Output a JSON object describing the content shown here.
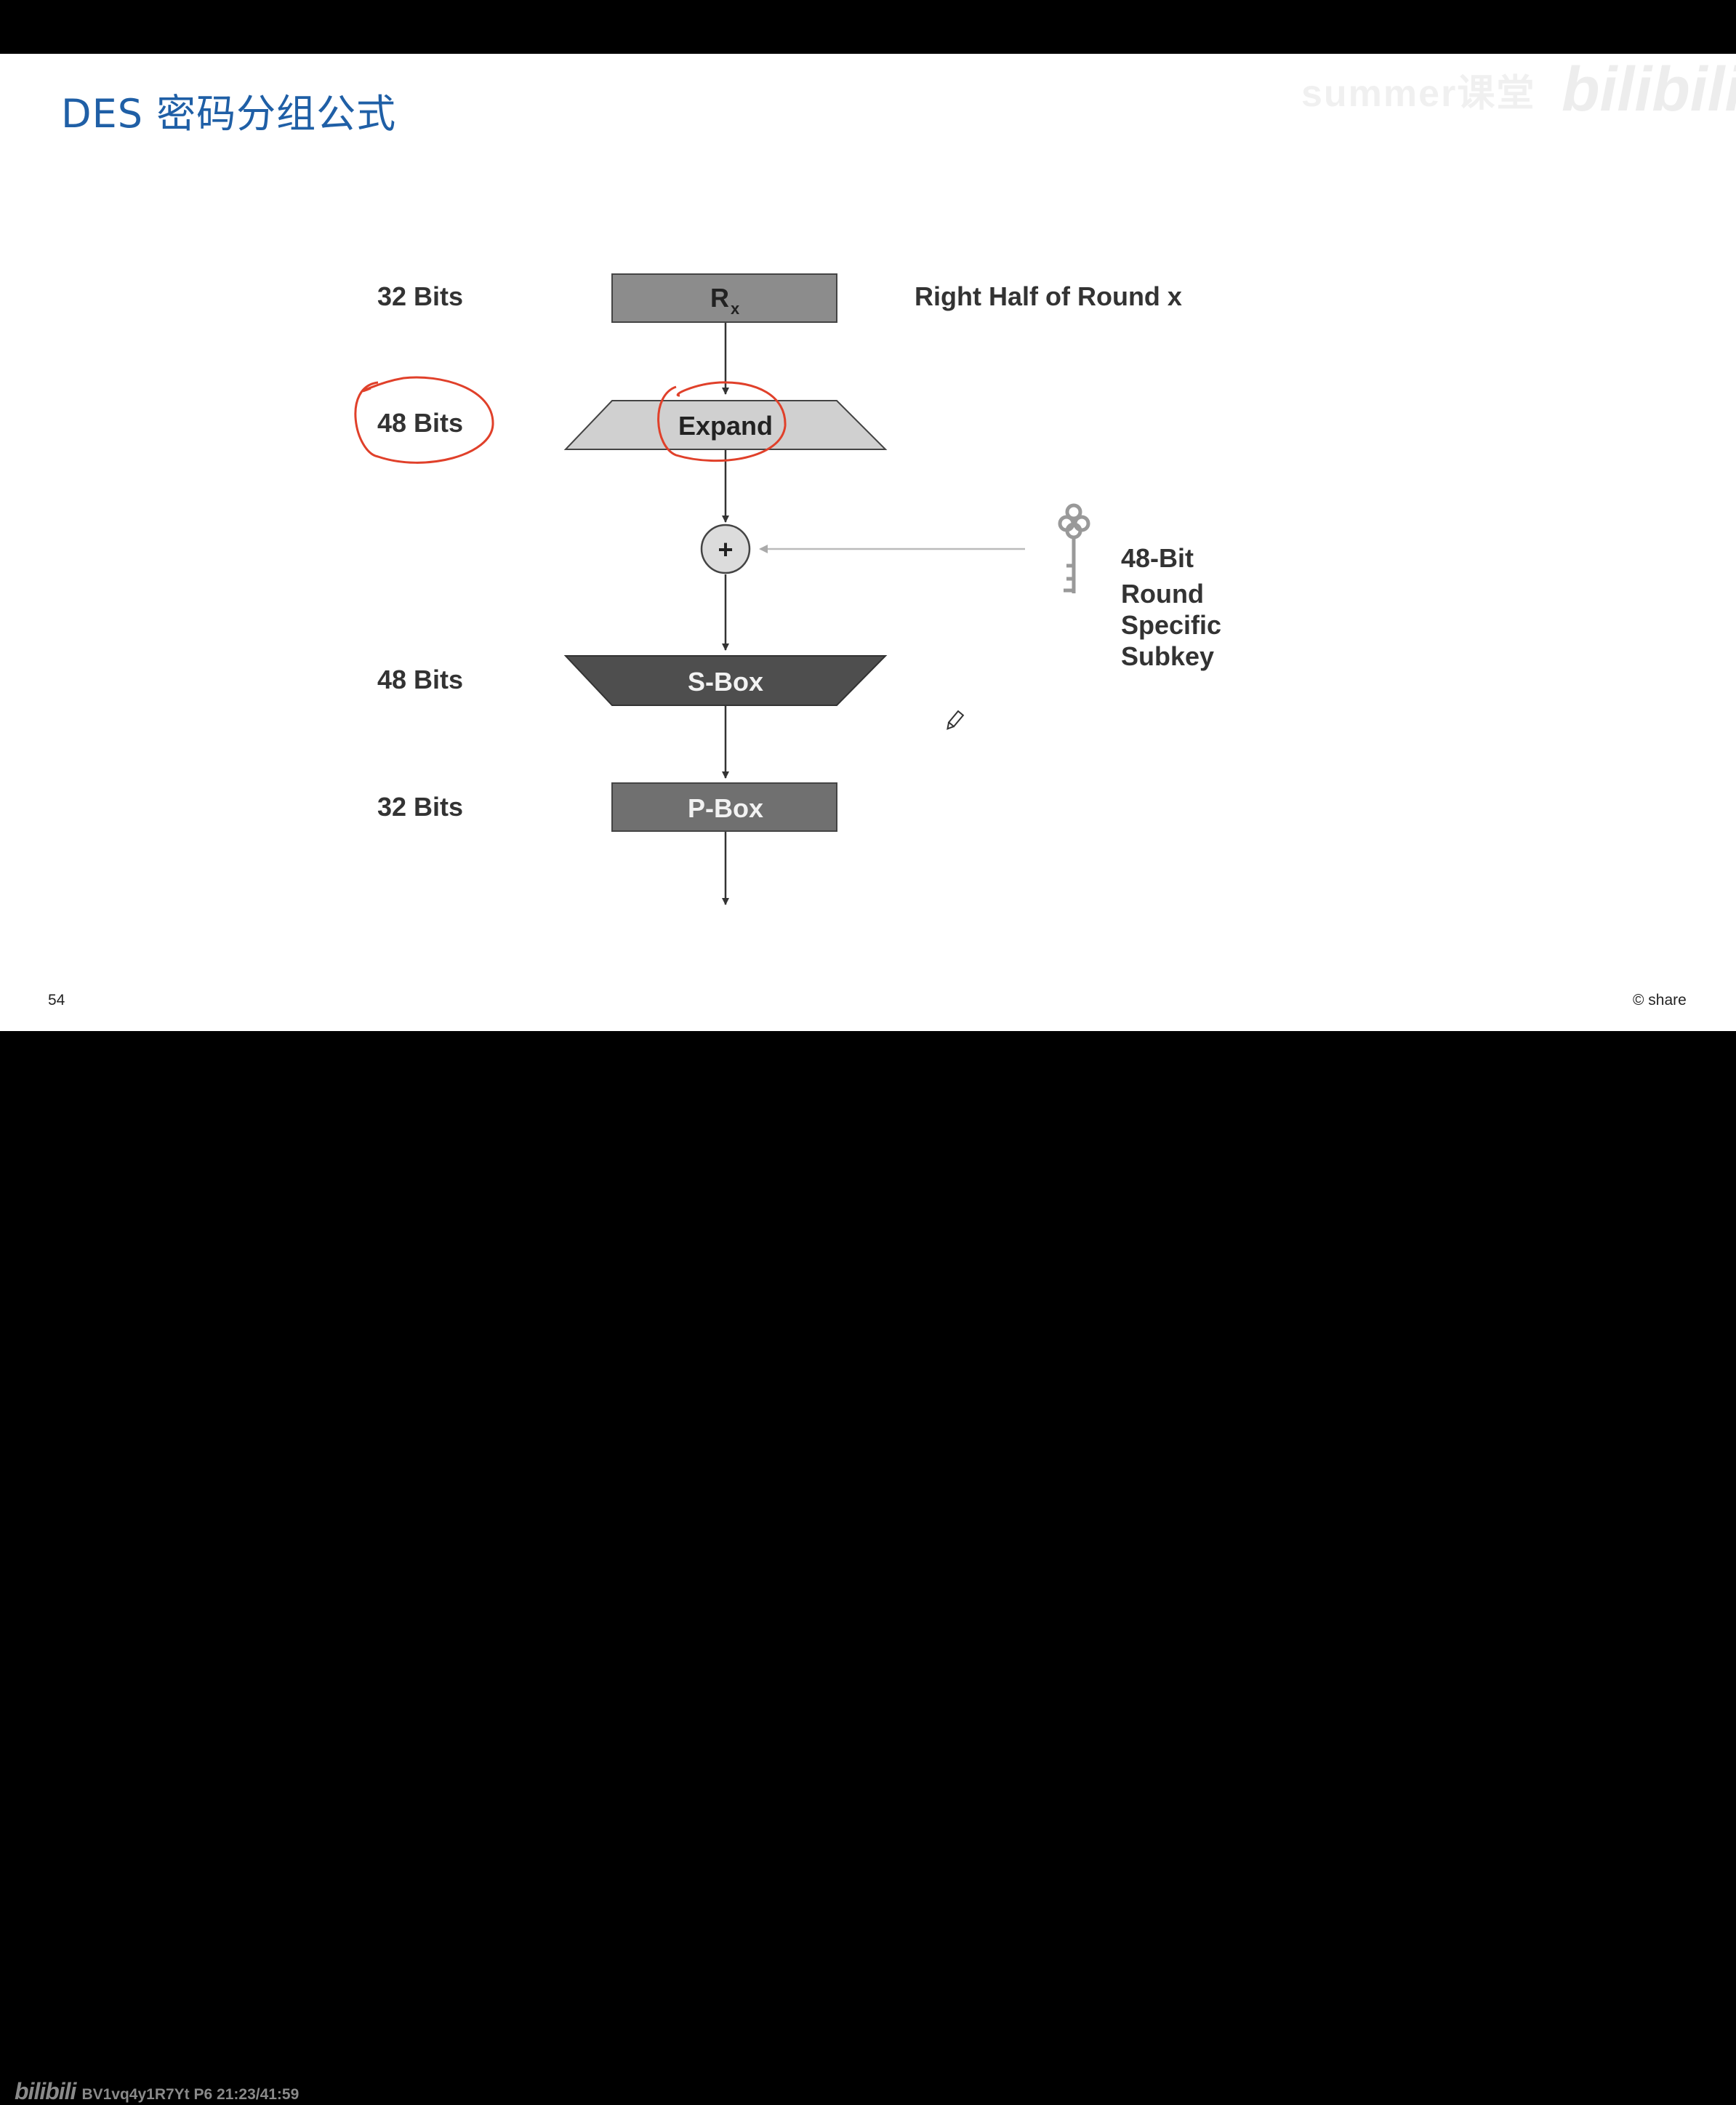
{
  "slide": {
    "title": "DES 密码分组公式",
    "page_number": "54",
    "copyright": "© share",
    "watermark": {
      "text": "summer课堂",
      "logo": "bilibili"
    }
  },
  "diagram": {
    "rows": [
      {
        "bits": "32 Bits",
        "block": "R",
        "block_subscript": "x",
        "description": "Right Half of Round x"
      },
      {
        "bits": "48 Bits",
        "block": "Expand"
      },
      {
        "block": "+"
      },
      {
        "bits": "48 Bits",
        "block": "S-Box"
      },
      {
        "bits": "32 Bits",
        "block": "P-Box"
      }
    ],
    "subkey_label": [
      "48-Bit",
      "Round",
      "Specific",
      "Subkey"
    ],
    "icons": [
      "key-icon",
      "pencil-icon"
    ],
    "annotations": [
      "48 Bits",
      "Expand"
    ],
    "colors": {
      "rx_box": "#8c8c8c",
      "expand_box": "#d0d0d0",
      "sbox": "#4e4e4e",
      "pbox": "#707070",
      "xor_circle": "#dcdcdc",
      "annotation": "#e0402a"
    }
  },
  "player": {
    "logo": "bilibili",
    "video_info": "BV1vq4y1R7Yt P6 21:23/41:59"
  }
}
